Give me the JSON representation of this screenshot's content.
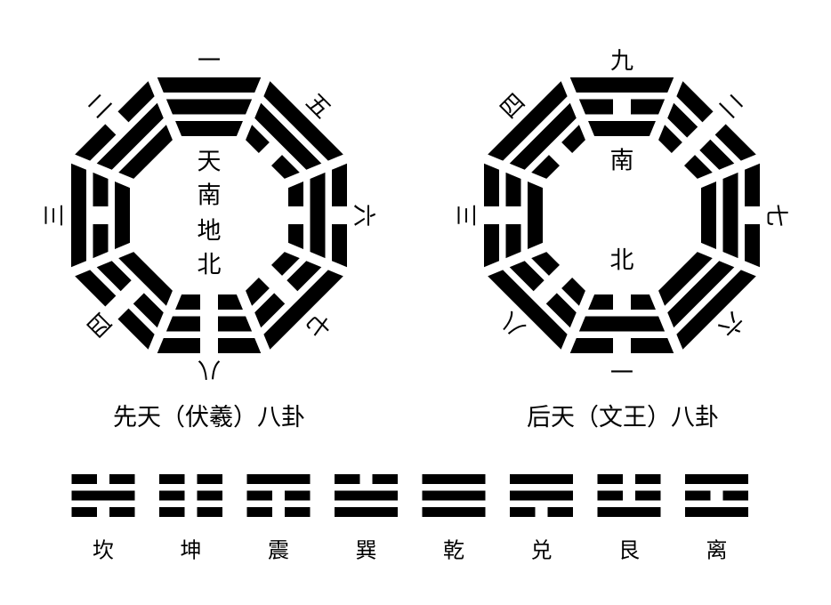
{
  "trigram_lines": {
    "乾": [
      "yang",
      "yang",
      "yang"
    ],
    "兑": [
      "yin",
      "yang",
      "yang"
    ],
    "离": [
      "yang",
      "yin",
      "yang"
    ],
    "震": [
      "yin",
      "yin",
      "yang"
    ],
    "巽": [
      "yang",
      "yang",
      "yin"
    ],
    "坎": [
      "yin",
      "yang",
      "yin"
    ],
    "艮": [
      "yang",
      "yin",
      "yin"
    ],
    "坤": [
      "yin",
      "yin",
      "yin"
    ]
  },
  "left_diagram": {
    "title": "先天（伏羲）八卦",
    "center_labels": [
      "天",
      "南",
      "地",
      "北"
    ],
    "ring": [
      {
        "trigram": "乾",
        "number": "一"
      },
      {
        "trigram": "巽",
        "number": "五"
      },
      {
        "trigram": "坎",
        "number": "六"
      },
      {
        "trigram": "艮",
        "number": "七"
      },
      {
        "trigram": "坤",
        "number": "八"
      },
      {
        "trigram": "震",
        "number": "四"
      },
      {
        "trigram": "离",
        "number": "三"
      },
      {
        "trigram": "兑",
        "number": "二"
      }
    ]
  },
  "right_diagram": {
    "title": "后天（文王）八卦",
    "center_labels": [
      "南",
      "北"
    ],
    "ring": [
      {
        "trigram": "离",
        "number": "九"
      },
      {
        "trigram": "坤",
        "number": "二"
      },
      {
        "trigram": "兑",
        "number": "七"
      },
      {
        "trigram": "乾",
        "number": "六"
      },
      {
        "trigram": "坎",
        "number": "一"
      },
      {
        "trigram": "艮",
        "number": "八"
      },
      {
        "trigram": "震",
        "number": "三"
      },
      {
        "trigram": "巽",
        "number": "四"
      }
    ]
  },
  "legend": [
    {
      "trigram": "坎",
      "name": "坎"
    },
    {
      "trigram": "坤",
      "name": "坤"
    },
    {
      "trigram": "震",
      "name": "震"
    },
    {
      "trigram": "巽",
      "name": "巽"
    },
    {
      "trigram": "乾",
      "name": "乾"
    },
    {
      "trigram": "兑",
      "name": "兑"
    },
    {
      "trigram": "艮",
      "name": "艮"
    },
    {
      "trigram": "离",
      "name": "离"
    }
  ],
  "colors": {
    "ink": "#000000",
    "paper": "#ffffff"
  }
}
